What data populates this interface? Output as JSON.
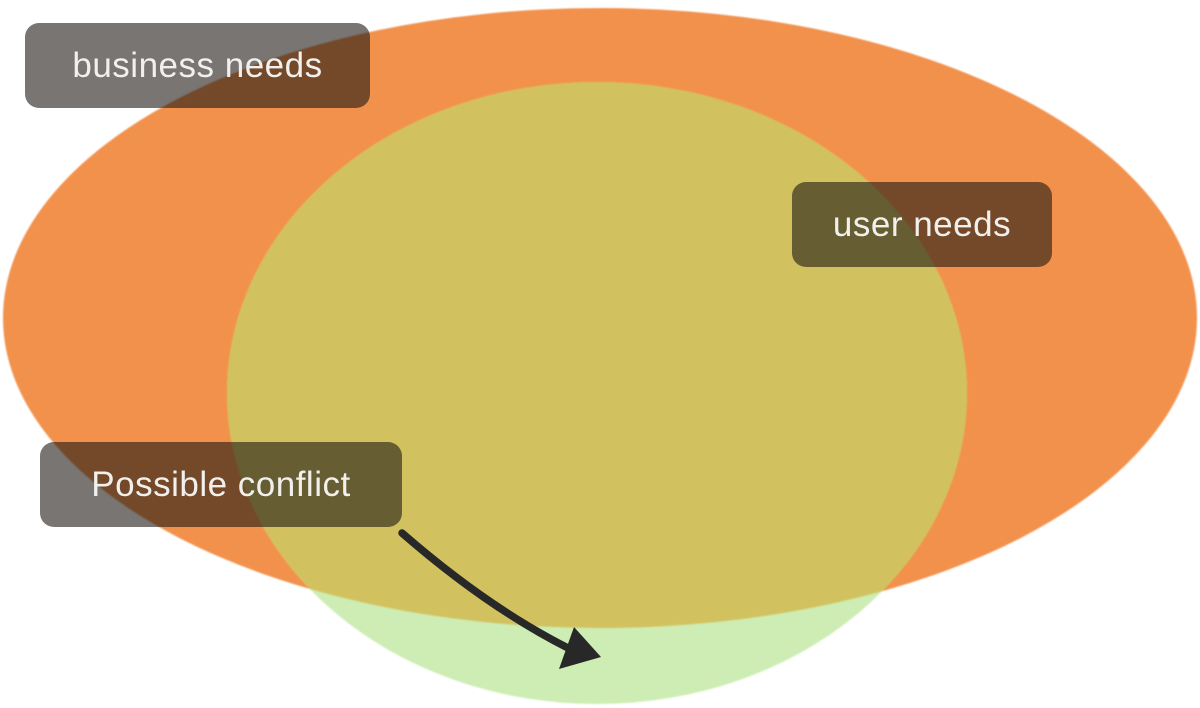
{
  "diagram": {
    "type": "venn",
    "background_color": "#ffffff",
    "sets": [
      {
        "id": "business-needs",
        "label": "business needs",
        "fill": "#f2914c"
      },
      {
        "id": "user-needs",
        "label": "user needs",
        "fill": "#cdedb4"
      }
    ],
    "overlap": {
      "fill": "#d2c25f"
    },
    "annotation": {
      "label": "Possible conflict",
      "arrow_color": "#282828"
    },
    "label_style": {
      "background": "rgba(30,25,20,0.6)",
      "text_color": "#f2f0ed"
    }
  }
}
